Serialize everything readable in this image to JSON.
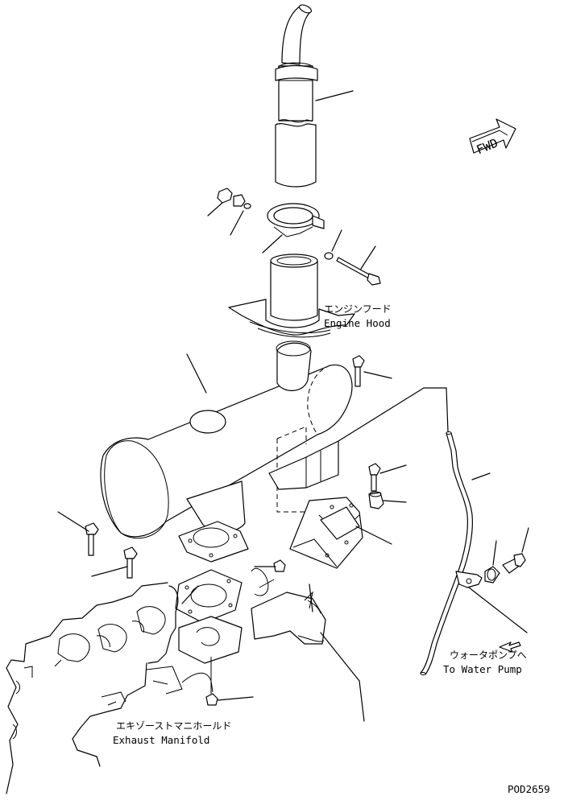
{
  "labels": {
    "engine_hood_jp": "エンジンフード",
    "engine_hood_en": "Engine Hood",
    "water_pump_jp": "ウォータポンプへ",
    "water_pump_en": "To Water Pump",
    "exhaust_manifold_jp": "エキゾーストマニホールド",
    "exhaust_manifold_en": "Exhaust Manifold",
    "fwd": "FWD",
    "drawing_number": "POD2659"
  }
}
